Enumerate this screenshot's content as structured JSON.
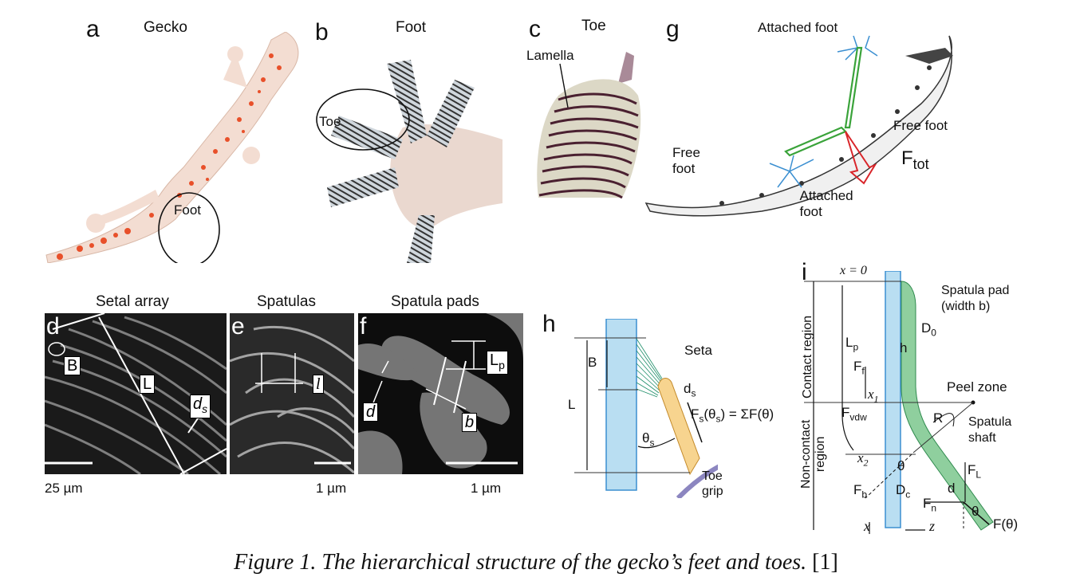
{
  "figure": {
    "caption": "Figure 1. The hierarchical structure of the gecko’s feet and toes.",
    "citation": "[1]"
  },
  "panels": {
    "a": {
      "letter": "a",
      "title": "Gecko",
      "annotation": "Foot"
    },
    "b": {
      "letter": "b",
      "title": "Foot",
      "annotation": "Toe"
    },
    "c": {
      "letter": "c",
      "title": "Toe",
      "annotation": "Lamella"
    },
    "g": {
      "letter": "g",
      "labels": {
        "attached_top": "Attached foot",
        "free_right": "Free foot",
        "force_main": "F",
        "force_sub": "tot",
        "free_left_1": "Free",
        "free_left_2": "foot",
        "attached_bottom_1": "Attached",
        "attached_bottom_2": "foot"
      }
    },
    "d": {
      "letter": "d",
      "title": "Setal array",
      "labels": {
        "B": "B",
        "L": "L",
        "ds_main": "d",
        "ds_sub": "s"
      },
      "scale": "25 µm"
    },
    "e": {
      "letter": "e",
      "title": "Spatulas",
      "labels": {
        "l": "l"
      },
      "scale": "1 µm"
    },
    "f": {
      "letter": "f",
      "title": "Spatula pads",
      "labels": {
        "Lp_main": "L",
        "Lp_sub": "p",
        "d": "d",
        "b": "b"
      },
      "scale": "1 µm"
    },
    "h": {
      "letter": "h",
      "labels": {
        "seta": "Seta",
        "B": "B",
        "L": "L",
        "ds": "d",
        "ds_sub": "s",
        "theta_s": "θ",
        "theta_sub": "s",
        "force_eq": "F",
        "force_eq_rest": "(θ",
        "force_eq_end": ") = ΣF(θ)",
        "toe_grip_1": "Toe",
        "toe_grip_2": "grip"
      }
    },
    "i": {
      "letter": "i",
      "labels": {
        "x0": "x = 0",
        "spatula_pad_1": "Spatula pad",
        "spatula_pad_2": "(width b)",
        "D0": "D",
        "D0_sub": "0",
        "h": "h",
        "Lp": "L",
        "Lp_sub": "p",
        "Ff": "F",
        "Ff_sub": "f",
        "x1": "x",
        "x1_sub": "1",
        "peel_zone": "Peel zone",
        "Fvdw": "F",
        "Fvdw_sub": "vdw",
        "R": "R",
        "spatula_shaft_1": "Spatula",
        "spatula_shaft_2": "shaft",
        "x2": "x",
        "x2_sub": "2",
        "theta": "θ",
        "FL": "F",
        "FL_sub": "L",
        "d": "d",
        "Fb": "F",
        "Fb_sub": "b",
        "Dc": "D",
        "Dc_sub": "c",
        "Fn": "F",
        "Fn_sub": "n",
        "x_axis": "x",
        "z_axis": "z",
        "F_theta": "F(θ)",
        "theta2": "θ",
        "contact_region": "Contact region",
        "noncontact_1": "Non-contact",
        "noncontact_2": "region"
      }
    }
  },
  "colors": {
    "gecko_orange": "#e8502a",
    "gecko_skin": "#f3ddd2",
    "wall_blue": "#b9def2",
    "seta_yellow": "#f7d48f",
    "spatula_green": "#8fcf9e",
    "force_red": "#d9252a",
    "vector_green": "#3aa33a",
    "setae_blue": "#3b8fd1",
    "grip_purple": "#8c86c0"
  }
}
